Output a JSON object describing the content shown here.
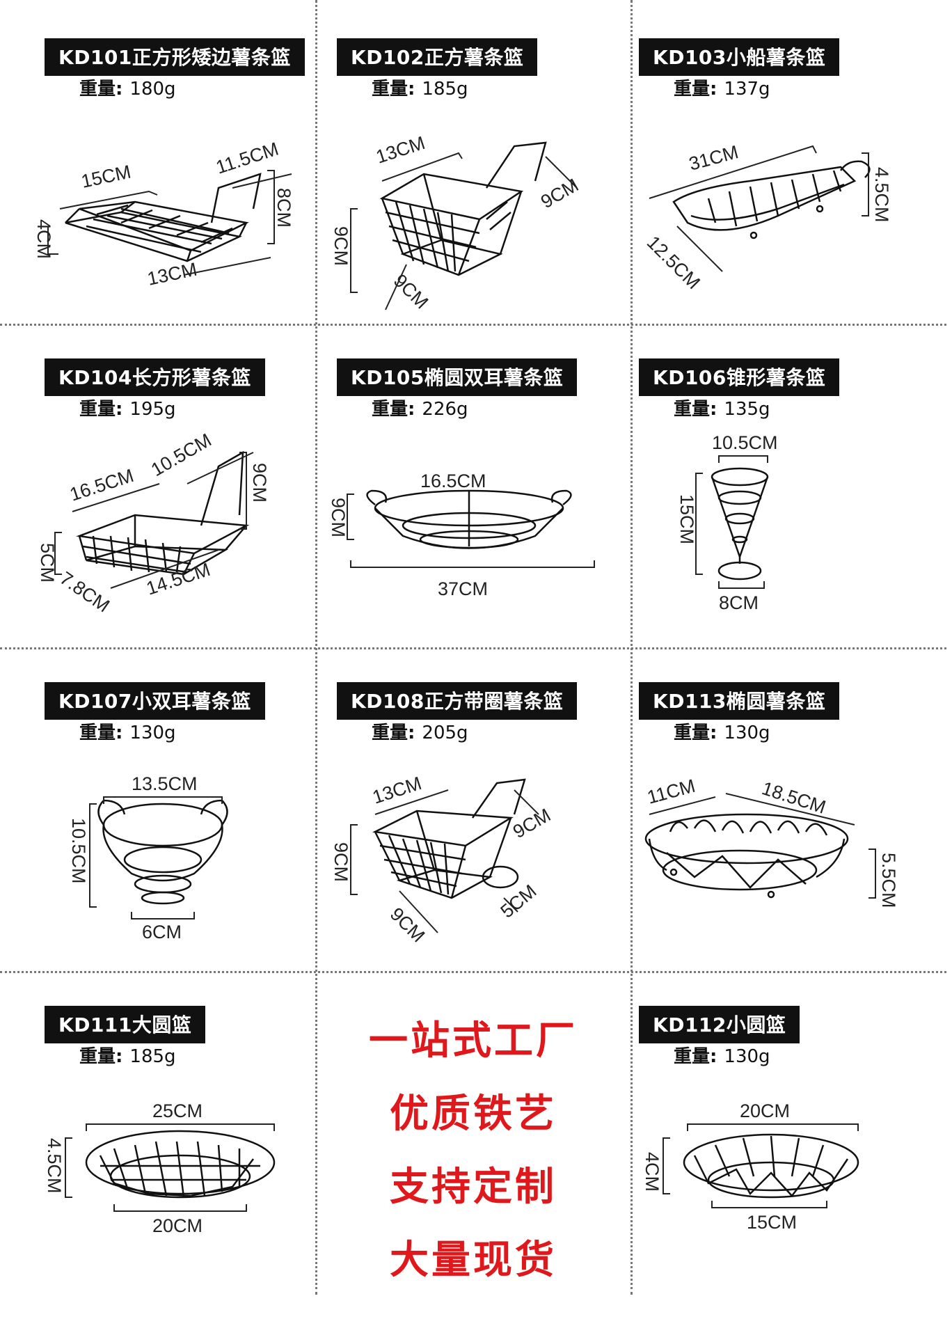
{
  "weight_label": "重量:",
  "products": [
    {
      "code_name": "KD101正方形矮边薯条篮",
      "weight": "180g",
      "dims": [
        "15CM",
        "11.5CM",
        "8CM",
        "4CM",
        "13CM"
      ]
    },
    {
      "code_name": "KD102正方薯条篮",
      "weight": "185g",
      "dims": [
        "13CM",
        "9CM",
        "9CM",
        "9CM"
      ]
    },
    {
      "code_name": "KD103小船薯条篮",
      "weight": "137g",
      "dims": [
        "31CM",
        "4.5CM",
        "12.5CM"
      ]
    },
    {
      "code_name": "KD104长方形薯条篮",
      "weight": "195g",
      "dims": [
        "16.5CM",
        "10.5CM",
        "9CM",
        "5CM",
        "7.8CM",
        "14.5CM"
      ]
    },
    {
      "code_name": "KD105椭圆双耳薯条篮",
      "weight": "226g",
      "dims": [
        "16.5CM",
        "9CM",
        "37CM"
      ]
    },
    {
      "code_name": "KD106锥形薯条篮",
      "weight": "135g",
      "dims": [
        "10.5CM",
        "15CM",
        "8CM"
      ]
    },
    {
      "code_name": "KD107小双耳薯条篮",
      "weight": "130g",
      "dims": [
        "13.5CM",
        "10.5CM",
        "6CM"
      ]
    },
    {
      "code_name": "KD108正方带圈薯条篮",
      "weight": "205g",
      "dims": [
        "13CM",
        "9CM",
        "9CM",
        "9CM",
        "5CM"
      ]
    },
    {
      "code_name": "KD113椭圆薯条篮",
      "weight": "130g",
      "dims": [
        "11CM",
        "18.5CM",
        "5.5CM"
      ]
    },
    {
      "code_name": "KD111大圆篮",
      "weight": "185g",
      "dims": [
        "25CM",
        "4.5CM",
        "20CM"
      ]
    },
    {
      "code_name": "KD112小圆篮",
      "weight": "130g",
      "dims": [
        "20CM",
        "4CM",
        "15CM"
      ]
    }
  ],
  "slogans": [
    "一站式工厂",
    "优质铁艺",
    "支持定制",
    "大量现货"
  ]
}
